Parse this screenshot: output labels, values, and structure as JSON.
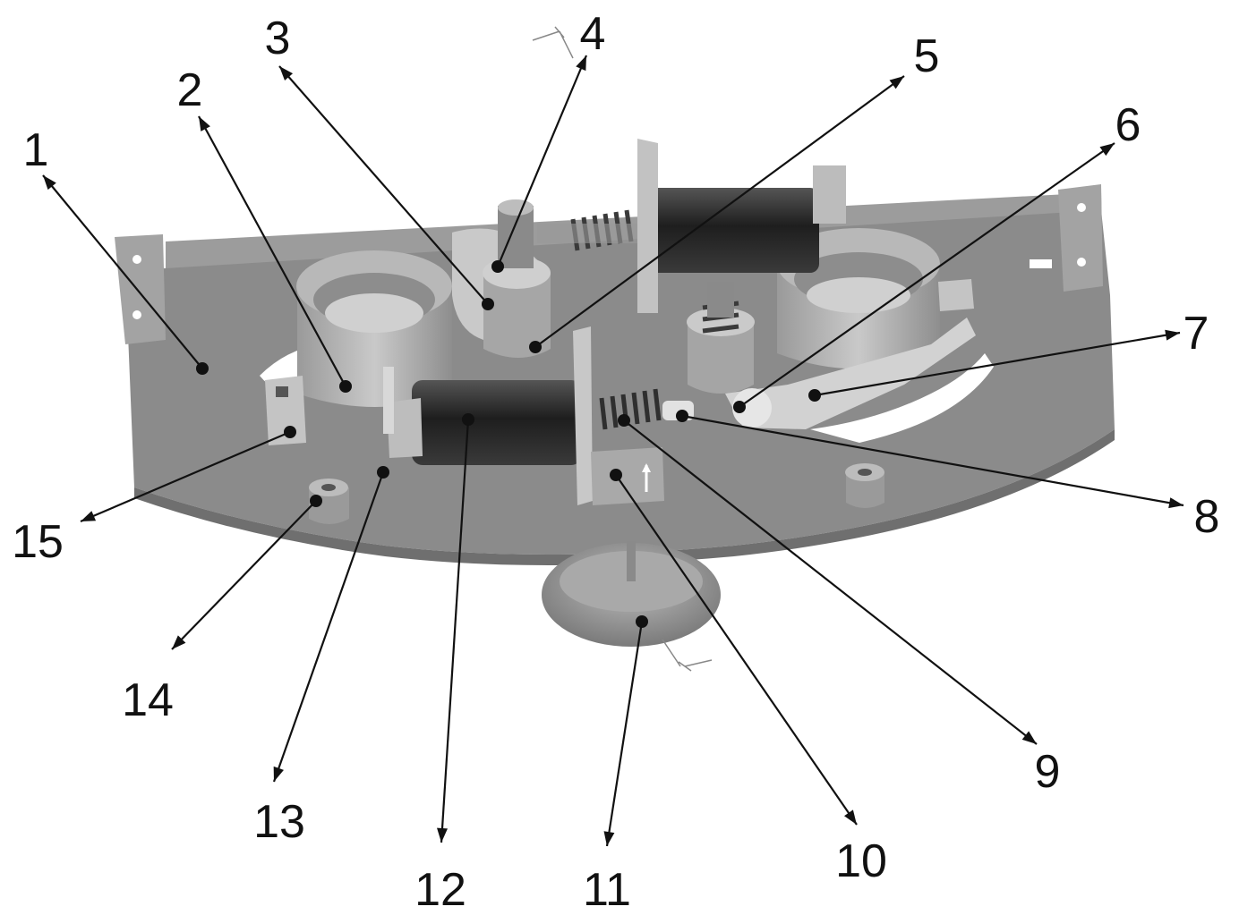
{
  "figure": {
    "callouts": [
      {
        "id": 1,
        "label": "1"
      },
      {
        "id": 2,
        "label": "2"
      },
      {
        "id": 3,
        "label": "3"
      },
      {
        "id": 4,
        "label": "4"
      },
      {
        "id": 5,
        "label": "5"
      },
      {
        "id": 6,
        "label": "6"
      },
      {
        "id": 7,
        "label": "7"
      },
      {
        "id": 8,
        "label": "8"
      },
      {
        "id": 9,
        "label": "9"
      },
      {
        "id": 10,
        "label": "10"
      },
      {
        "id": 11,
        "label": "11"
      },
      {
        "id": 12,
        "label": "12"
      },
      {
        "id": 13,
        "label": "13"
      },
      {
        "id": 14,
        "label": "14"
      },
      {
        "id": 15,
        "label": "15"
      }
    ]
  },
  "colors": {
    "plate": "#8a8a8a",
    "plate_dark": "#6e6e6e",
    "part_light": "#b5b5b5",
    "coil": "#2b2b2b",
    "line": "#111111"
  }
}
